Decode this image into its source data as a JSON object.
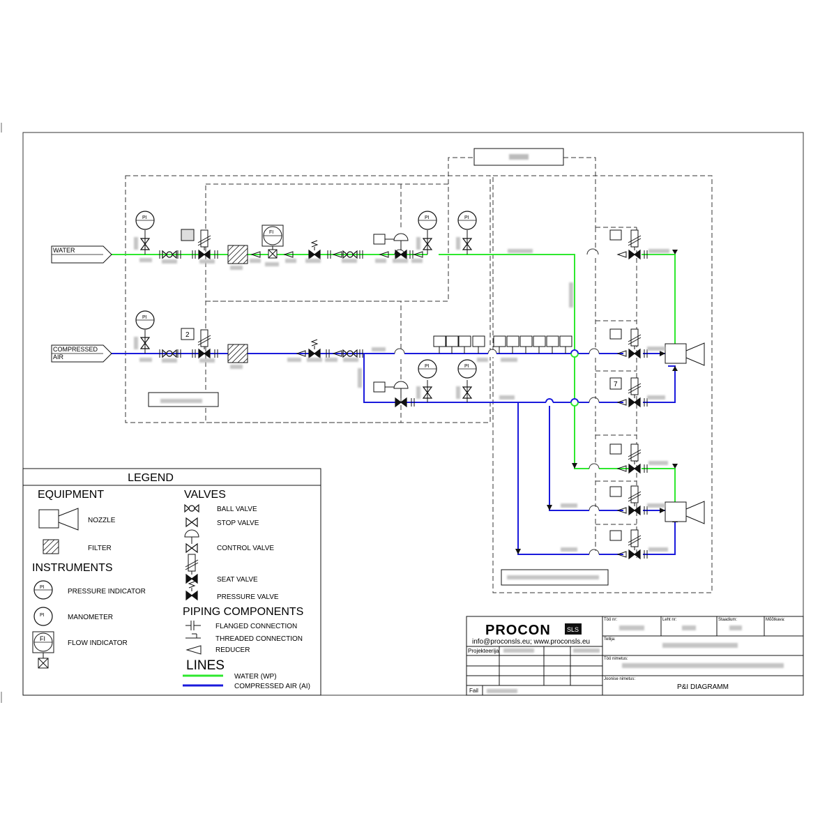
{
  "inputs": {
    "water": "WATER",
    "air_line1": "COMPRESSED",
    "air_line2": "AIR"
  },
  "instrument_tag": "PI",
  "flow_tag": "FI",
  "small_boxes": [
    "2",
    "7"
  ],
  "legend": {
    "title": "LEGEND",
    "equipment": {
      "heading": "EQUIPMENT",
      "nozzle": "NOZZLE",
      "filter": "FILTER"
    },
    "instruments": {
      "heading": "INSTRUMENTS",
      "pressure_indicator": "PRESSURE INDICATOR",
      "manometer": "MANOMETER",
      "flow_indicator": "FLOW INDICATOR"
    },
    "valves": {
      "heading": "VALVES",
      "ball": "BALL VALVE",
      "stop": "STOP VALVE",
      "control": "CONTROL VALVE",
      "seat": "SEAT VALVE",
      "pressure": "PRESSURE VALVE"
    },
    "piping": {
      "heading": "PIPING COMPONENTS",
      "flanged": "FLANGED CONNECTION",
      "threaded": "THREADED CONNECTION",
      "reducer": "REDUCER"
    },
    "lines": {
      "heading": "LINES",
      "water": "WATER (WP)",
      "air": "COMPRESSED AIR (AI)"
    }
  },
  "title_block": {
    "logo_main": "PROCON",
    "logo_badge": "SLS",
    "contact": "info@proconsls.eu; www.proconsls.eu",
    "designer_label": "Projekteerija",
    "file_label": "Fail",
    "job_no_label": "Töö nr:",
    "sheet_no_label": "Leht nr:",
    "stage_label": "Staadium:",
    "scale_label": "Mõõtkava:",
    "client_label": "Tellija:",
    "work_name_label": "Töö nimetus:",
    "drawing_name_label": "Joonise nimetus:",
    "drawing_name": "P&I DIAGRAMM"
  },
  "colors": {
    "water": "#2ee82e",
    "air": "#1a1adc",
    "ink": "#111111"
  },
  "icons": [
    "ball-valve-icon",
    "stop-valve-icon",
    "control-valve-icon",
    "seat-valve-icon",
    "pressure-valve-icon",
    "filter-icon",
    "nozzle-icon",
    "pressure-indicator-icon",
    "flow-indicator-icon"
  ]
}
